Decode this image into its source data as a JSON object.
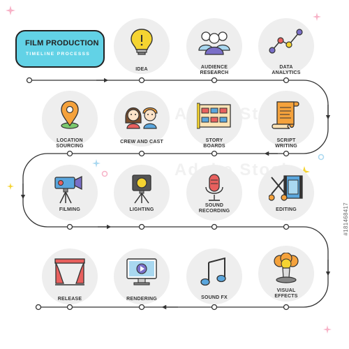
{
  "title": {
    "main": "FILM PRODUCTION",
    "subtitle": "TIMELINE PROCESSS"
  },
  "steps": [
    {
      "label": "IDEA",
      "icon": "lightbulb-icon"
    },
    {
      "label": "AUDIENCE\nRESEARCH",
      "icon": "audience-icon"
    },
    {
      "label": "DATA\nANALYTICS",
      "icon": "line-graph-icon"
    },
    {
      "label": "SCRIPT\nWRITING",
      "icon": "script-scroll-icon"
    },
    {
      "label": "STORY\nBOARDS",
      "icon": "storyboard-icon"
    },
    {
      "label": "CREW AND CAST",
      "icon": "people-faces-icon"
    },
    {
      "label": "LOCATION\nSOURCING",
      "icon": "map-pin-icon"
    },
    {
      "label": "FILMING",
      "icon": "video-camera-icon"
    },
    {
      "label": "LIGHTING",
      "icon": "spotlight-icon"
    },
    {
      "label": "SOUND\nRECORDING",
      "icon": "microphone-icon"
    },
    {
      "label": "EDITING",
      "icon": "scissors-film-icon"
    },
    {
      "label": "VISUAL\nEFFECTS",
      "icon": "explosion-icon"
    },
    {
      "label": "SOUND FX",
      "icon": "music-note-icon"
    },
    {
      "label": "RENDERING",
      "icon": "monitor-play-icon"
    },
    {
      "label": "RELEASE",
      "icon": "curtain-icon"
    }
  ],
  "watermark": "Adobe Stock",
  "stock_id": "#181468417",
  "colors": {
    "accent": "#62d2e6",
    "line": "#333333",
    "circle": "#eeeeee",
    "red": "#e8605e",
    "yellow": "#f5d431",
    "orange": "#f5a23c",
    "blue": "#5aa6dd",
    "purple": "#7a6fc8",
    "green": "#7bc96f"
  }
}
